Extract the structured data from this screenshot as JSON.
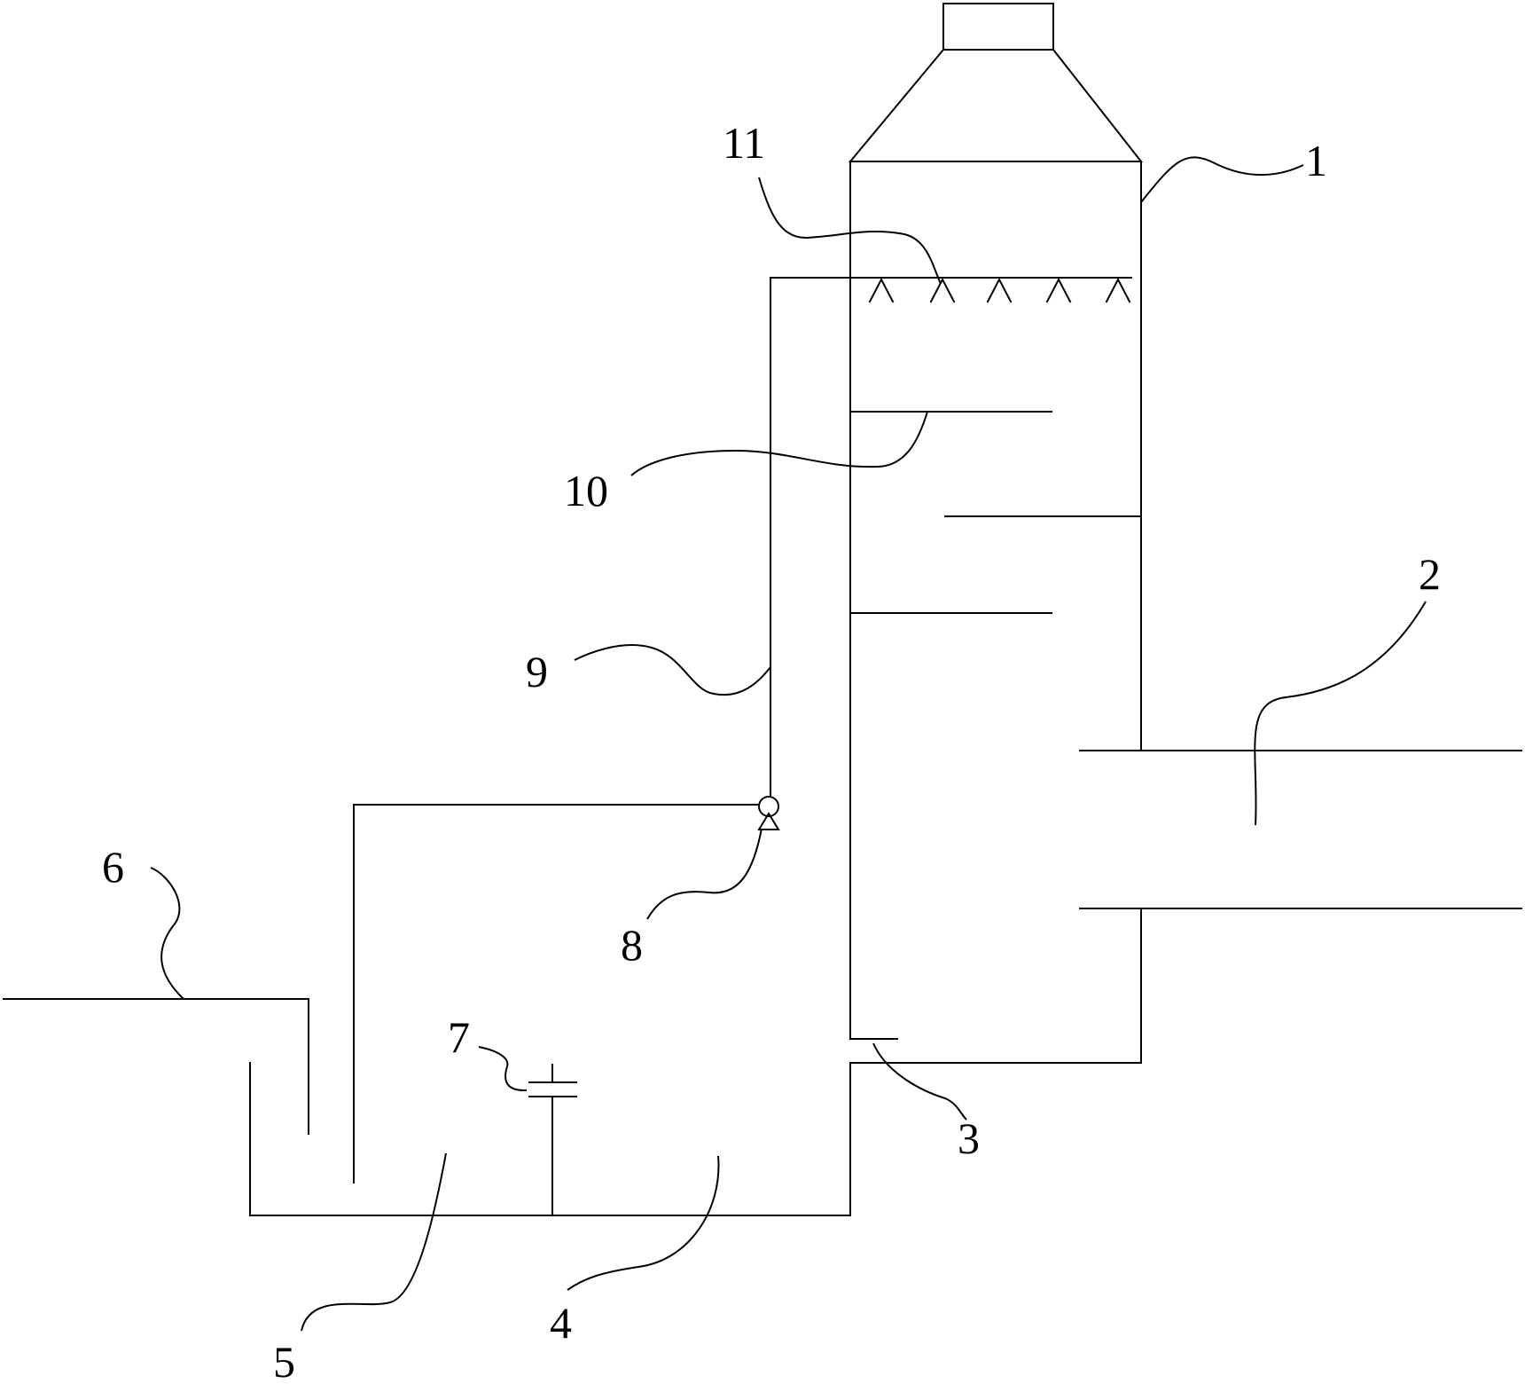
{
  "labels": {
    "l1": "1",
    "l2": "2",
    "l3": "3",
    "l4": "4",
    "l5": "5",
    "l6": "6",
    "l7": "7",
    "l8": "8",
    "l9": "9",
    "l10": "10",
    "l11": "11"
  },
  "colors": {
    "stroke": "#000000",
    "background": "#ffffff"
  }
}
